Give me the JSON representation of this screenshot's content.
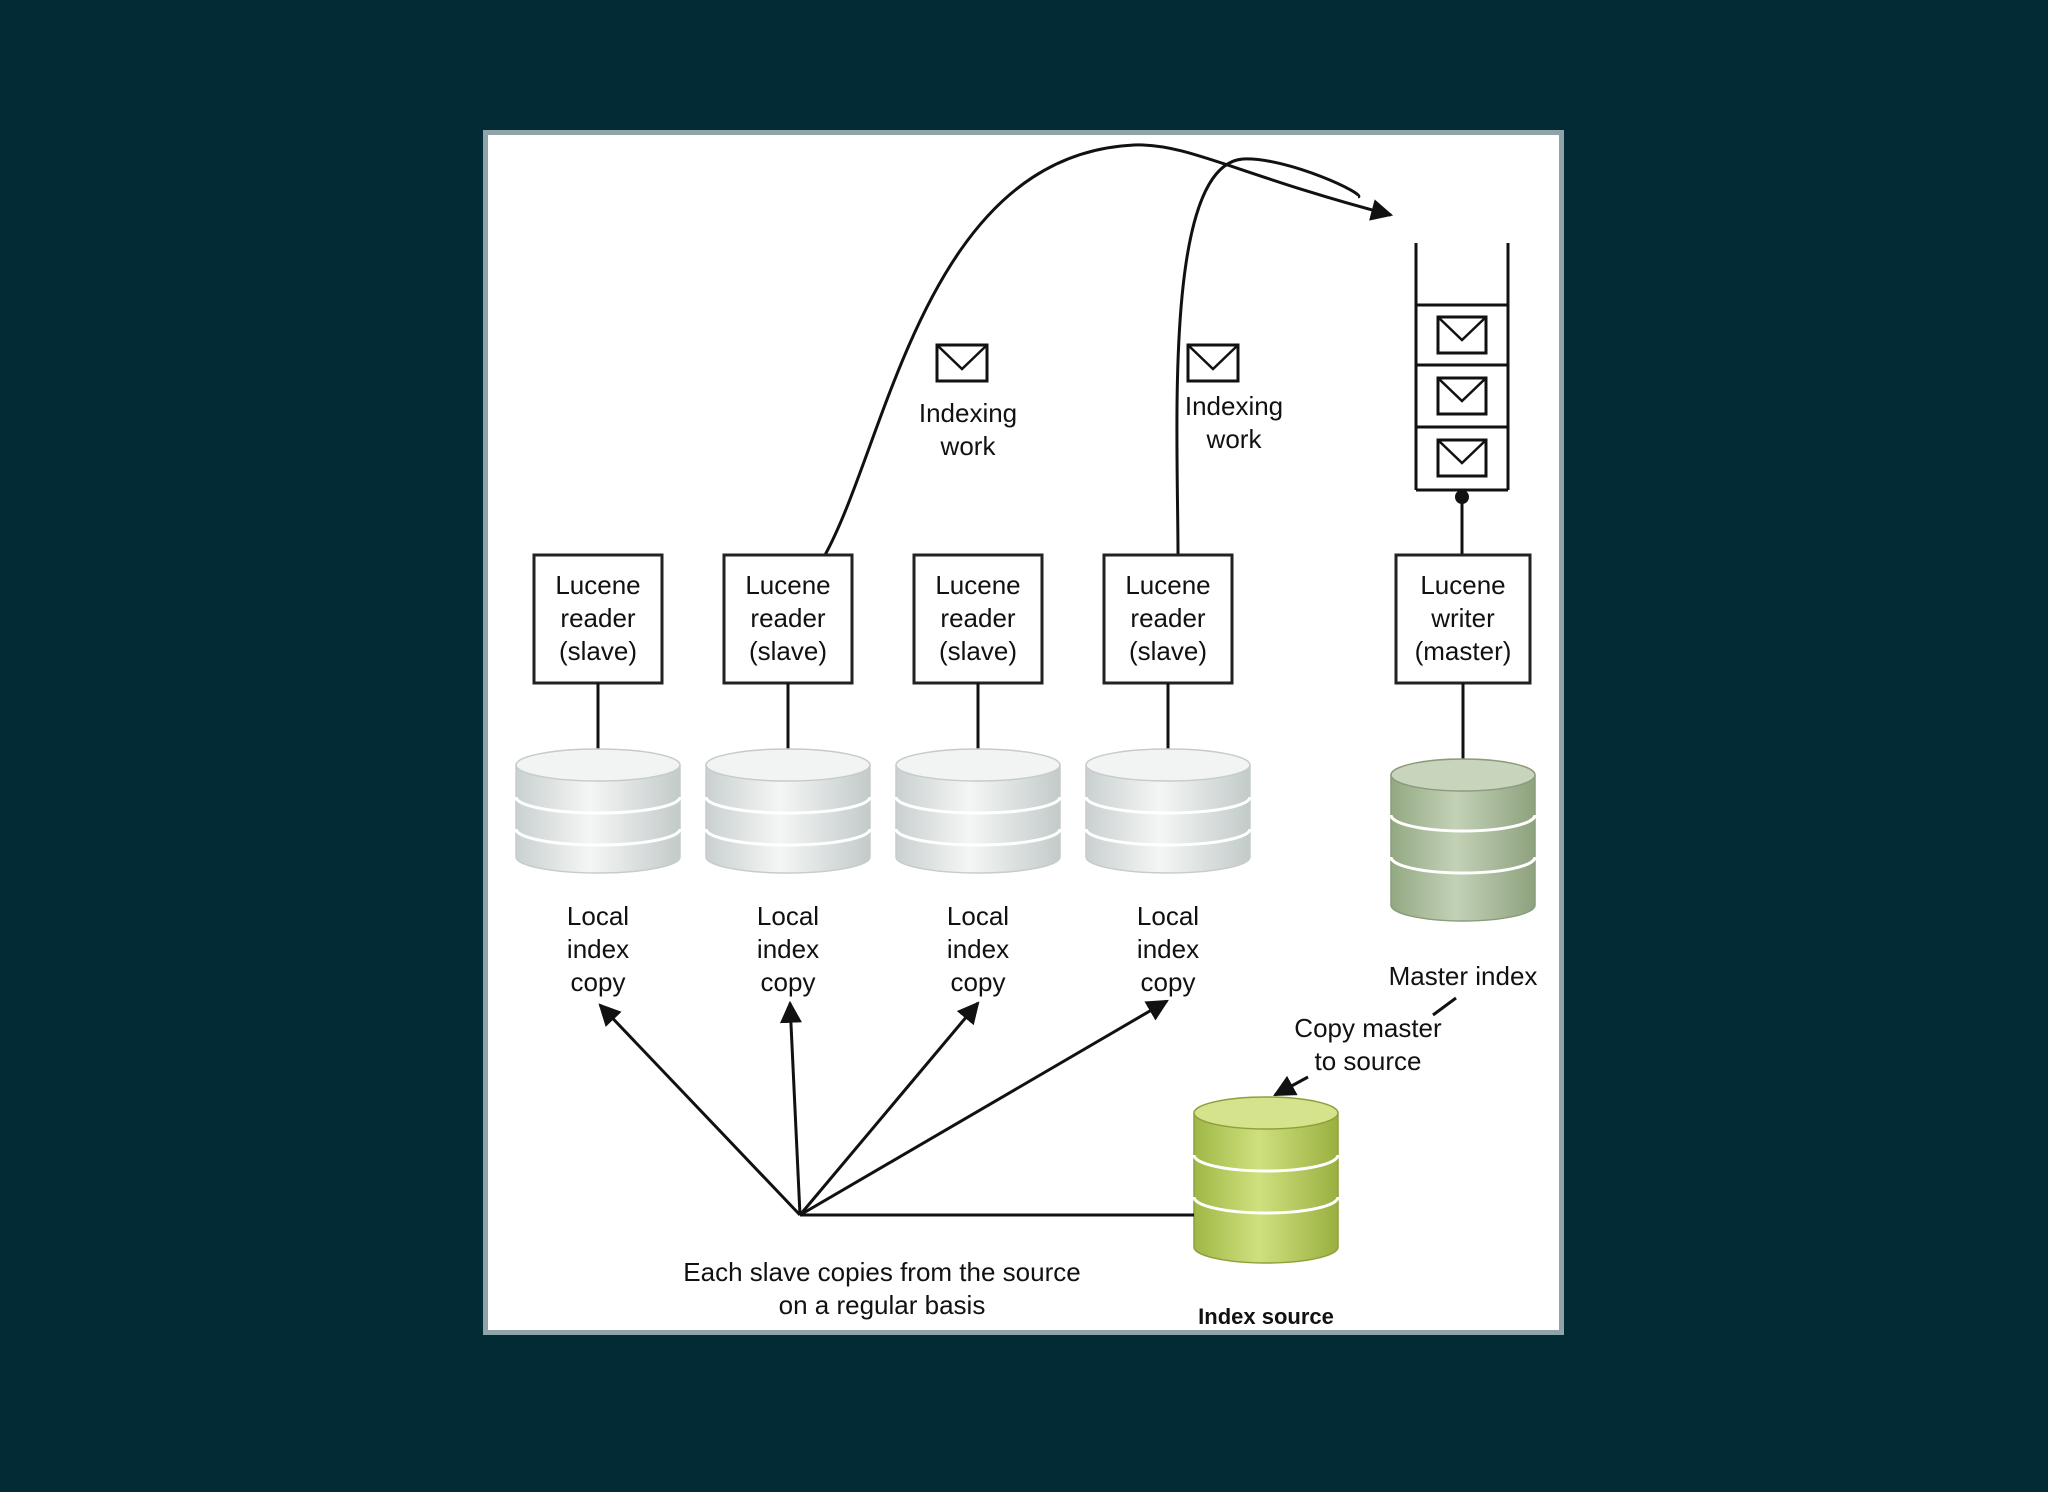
{
  "diagram": {
    "readers": [
      {
        "line1": "Lucene",
        "line2": "reader",
        "line3": "(slave)",
        "disk_l1": "Local",
        "disk_l2": "index",
        "disk_l3": "copy"
      },
      {
        "line1": "Lucene",
        "line2": "reader",
        "line3": "(slave)",
        "disk_l1": "Local",
        "disk_l2": "index",
        "disk_l3": "copy"
      },
      {
        "line1": "Lucene",
        "line2": "reader",
        "line3": "(slave)",
        "disk_l1": "Local",
        "disk_l2": "index",
        "disk_l3": "copy"
      },
      {
        "line1": "Lucene",
        "line2": "reader",
        "line3": "(slave)",
        "disk_l1": "Local",
        "disk_l2": "index",
        "disk_l3": "copy"
      }
    ],
    "writer": {
      "line1": "Lucene",
      "line2": "writer",
      "line3": "(master)"
    },
    "indexing_work": [
      {
        "line1": "Indexing",
        "line2": "work"
      },
      {
        "line1": "Indexing",
        "line2": "work"
      }
    ],
    "master_index_label": "Master index",
    "copy_master": {
      "line1": "Copy master",
      "line2": "to source"
    },
    "index_source_label": "Index source",
    "slave_copy_note": {
      "line1": "Each slave copies from the source",
      "line2": "on a regular basis"
    },
    "colors": {
      "background": "#022b36",
      "frame_border": "#8fa4a8",
      "slave_disk": "#dde3e2",
      "master_disk": "#a9bc98",
      "source_disk": "#b6cc5e"
    }
  }
}
